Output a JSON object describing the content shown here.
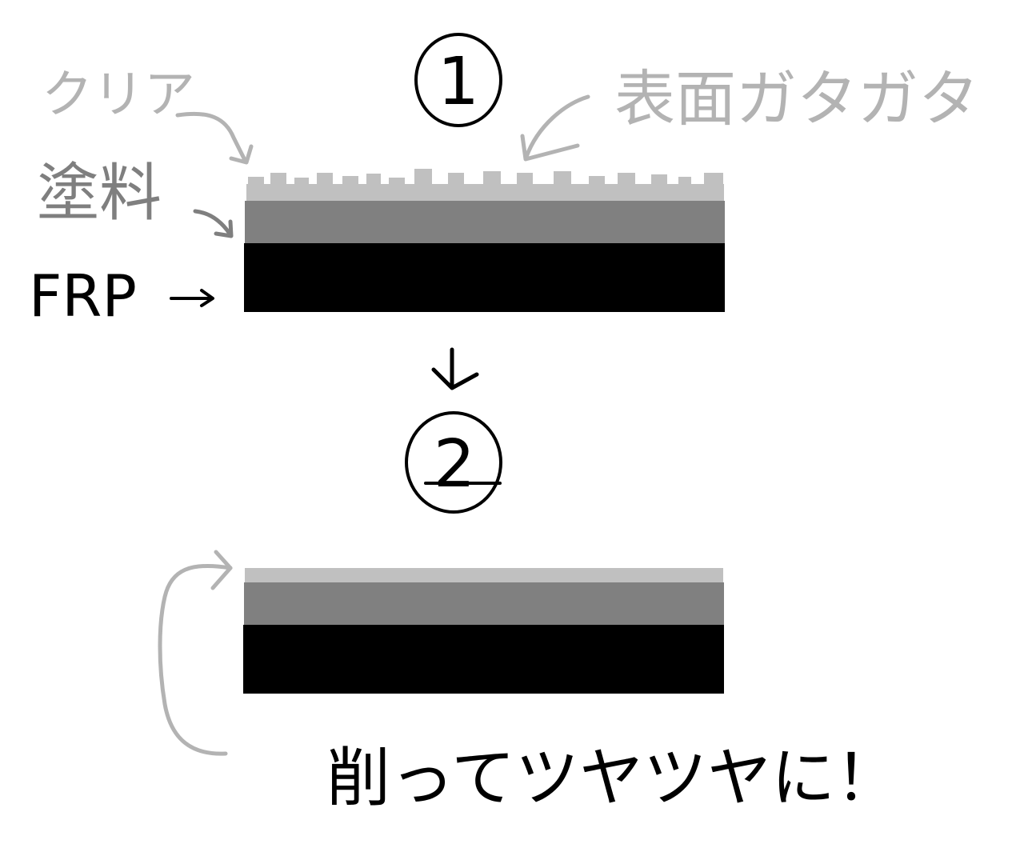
{
  "step_1": {
    "number": "1",
    "labels": {
      "clear": "クリア",
      "paint": "塗料",
      "frp": "FRP",
      "surface_rough": "表面ガタガタ"
    }
  },
  "step_2": {
    "number": "2",
    "caption": "削ってツヤツヤに！"
  },
  "colors": {
    "clear_layer": "#c0c0c0",
    "paint_layer": "#808080",
    "frp_layer": "#000000",
    "label_gray": "#b3b3b3",
    "label_dark_gray": "#7f7f7f",
    "ink": "#000000"
  }
}
